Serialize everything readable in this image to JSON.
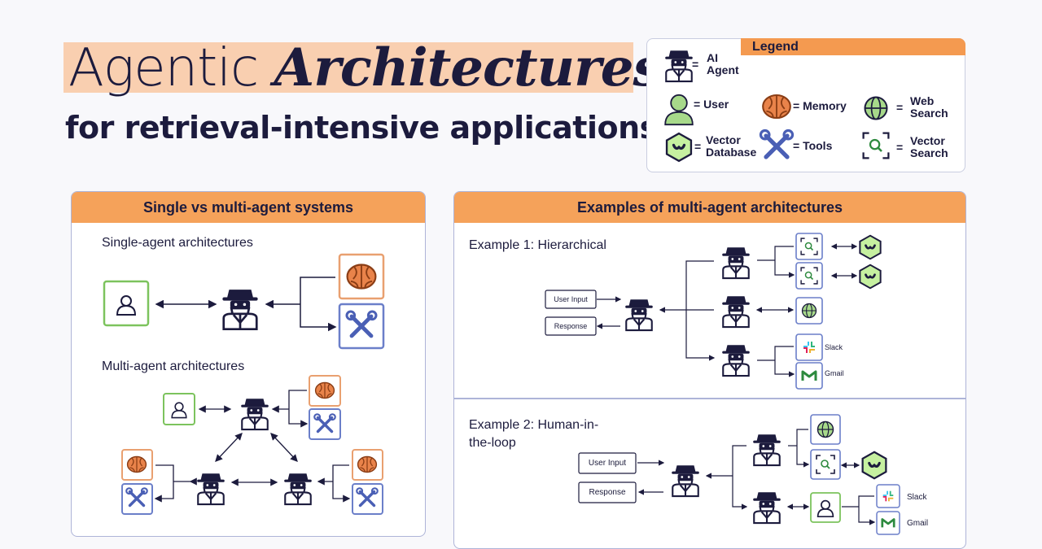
{
  "header": {
    "title_part1": "Agentic ",
    "title_part2": "Architectures",
    "subtitle": "for retrieval-intensive applications"
  },
  "legend": {
    "title": "Legend",
    "items": [
      {
        "icon": "ai-agent-icon",
        "label": "= AI Agent",
        "line1": "AI",
        "line2": "Agent"
      },
      {
        "icon": "user-icon",
        "label": "= User"
      },
      {
        "icon": "memory-icon",
        "label": "= Memory"
      },
      {
        "icon": "web-search-icon",
        "line1": "Web",
        "line2": "Search"
      },
      {
        "icon": "vector-database-icon",
        "line1": "Vector",
        "line2": "Database"
      },
      {
        "icon": "tools-icon",
        "label": "= Tools"
      },
      {
        "icon": "vector-search-icon",
        "line1": "Vector",
        "line2": "Search"
      }
    ],
    "eq": "="
  },
  "left_panel": {
    "title": "Single vs multi-agent systems",
    "single_label": "Single-agent architectures",
    "multi_label": "Multi-agent architectures"
  },
  "right_panel": {
    "title": "Examples of multi-agent architectures",
    "example1": {
      "label": "Example 1: Hierarchical",
      "user_input": "User Input",
      "response": "Response",
      "slack": "Slack",
      "gmail": "Gmail"
    },
    "example2": {
      "label_line1": "Example 2: Human-in-",
      "label_line2": "the-loop",
      "user_input": "User Input",
      "response": "Response",
      "slack": "Slack",
      "gmail": "Gmail"
    }
  },
  "colors": {
    "accent_orange": "#f5a25a",
    "title_highlight": "#f9cfb0",
    "ink": "#1c1b3d",
    "user_green": "#7cc35d",
    "tools_blue": "#6b7fc9",
    "memory_orange": "#e9834a",
    "vector_db_green": "#c6f0a0"
  }
}
